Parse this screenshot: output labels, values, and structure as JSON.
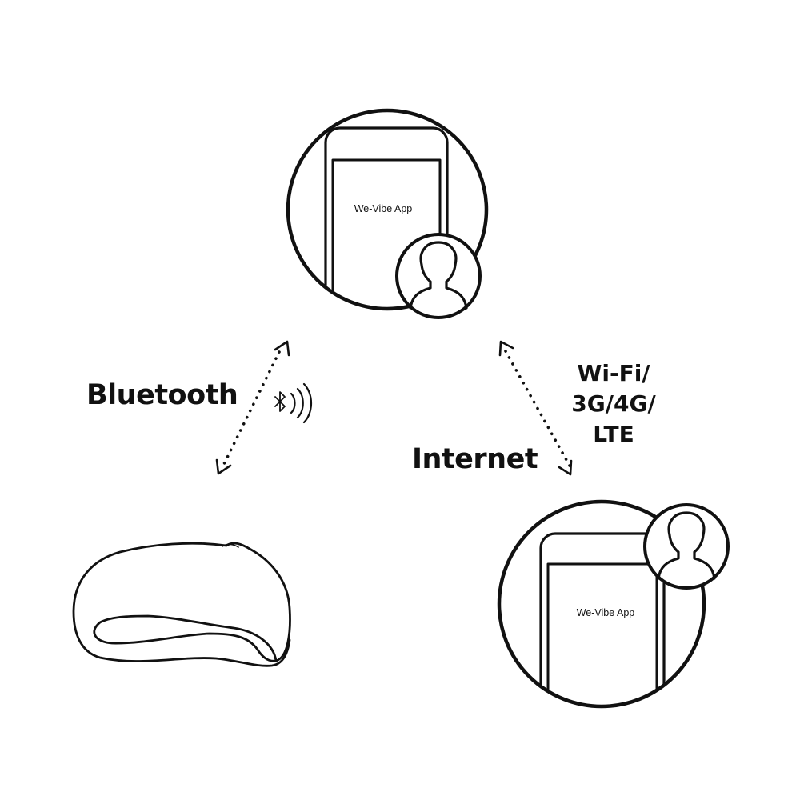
{
  "labels": {
    "bluetooth": "Bluetooth",
    "internet": "Internet",
    "network_types": [
      "Wi-Fi/",
      "3G/4G/",
      "LTE"
    ]
  },
  "phones": [
    {
      "screen_text": "We-Vibe App",
      "role": "local-phone"
    },
    {
      "screen_text": "We-Vibe App",
      "role": "remote-phone"
    }
  ],
  "icons": {
    "bluetooth_signal": "bluetooth-icon",
    "user": "user-silhouette-icon",
    "device": "vibrator-device-icon",
    "connection": "dotted-double-arrow"
  },
  "colors": {
    "ink": "#111111",
    "background": "#ffffff"
  }
}
